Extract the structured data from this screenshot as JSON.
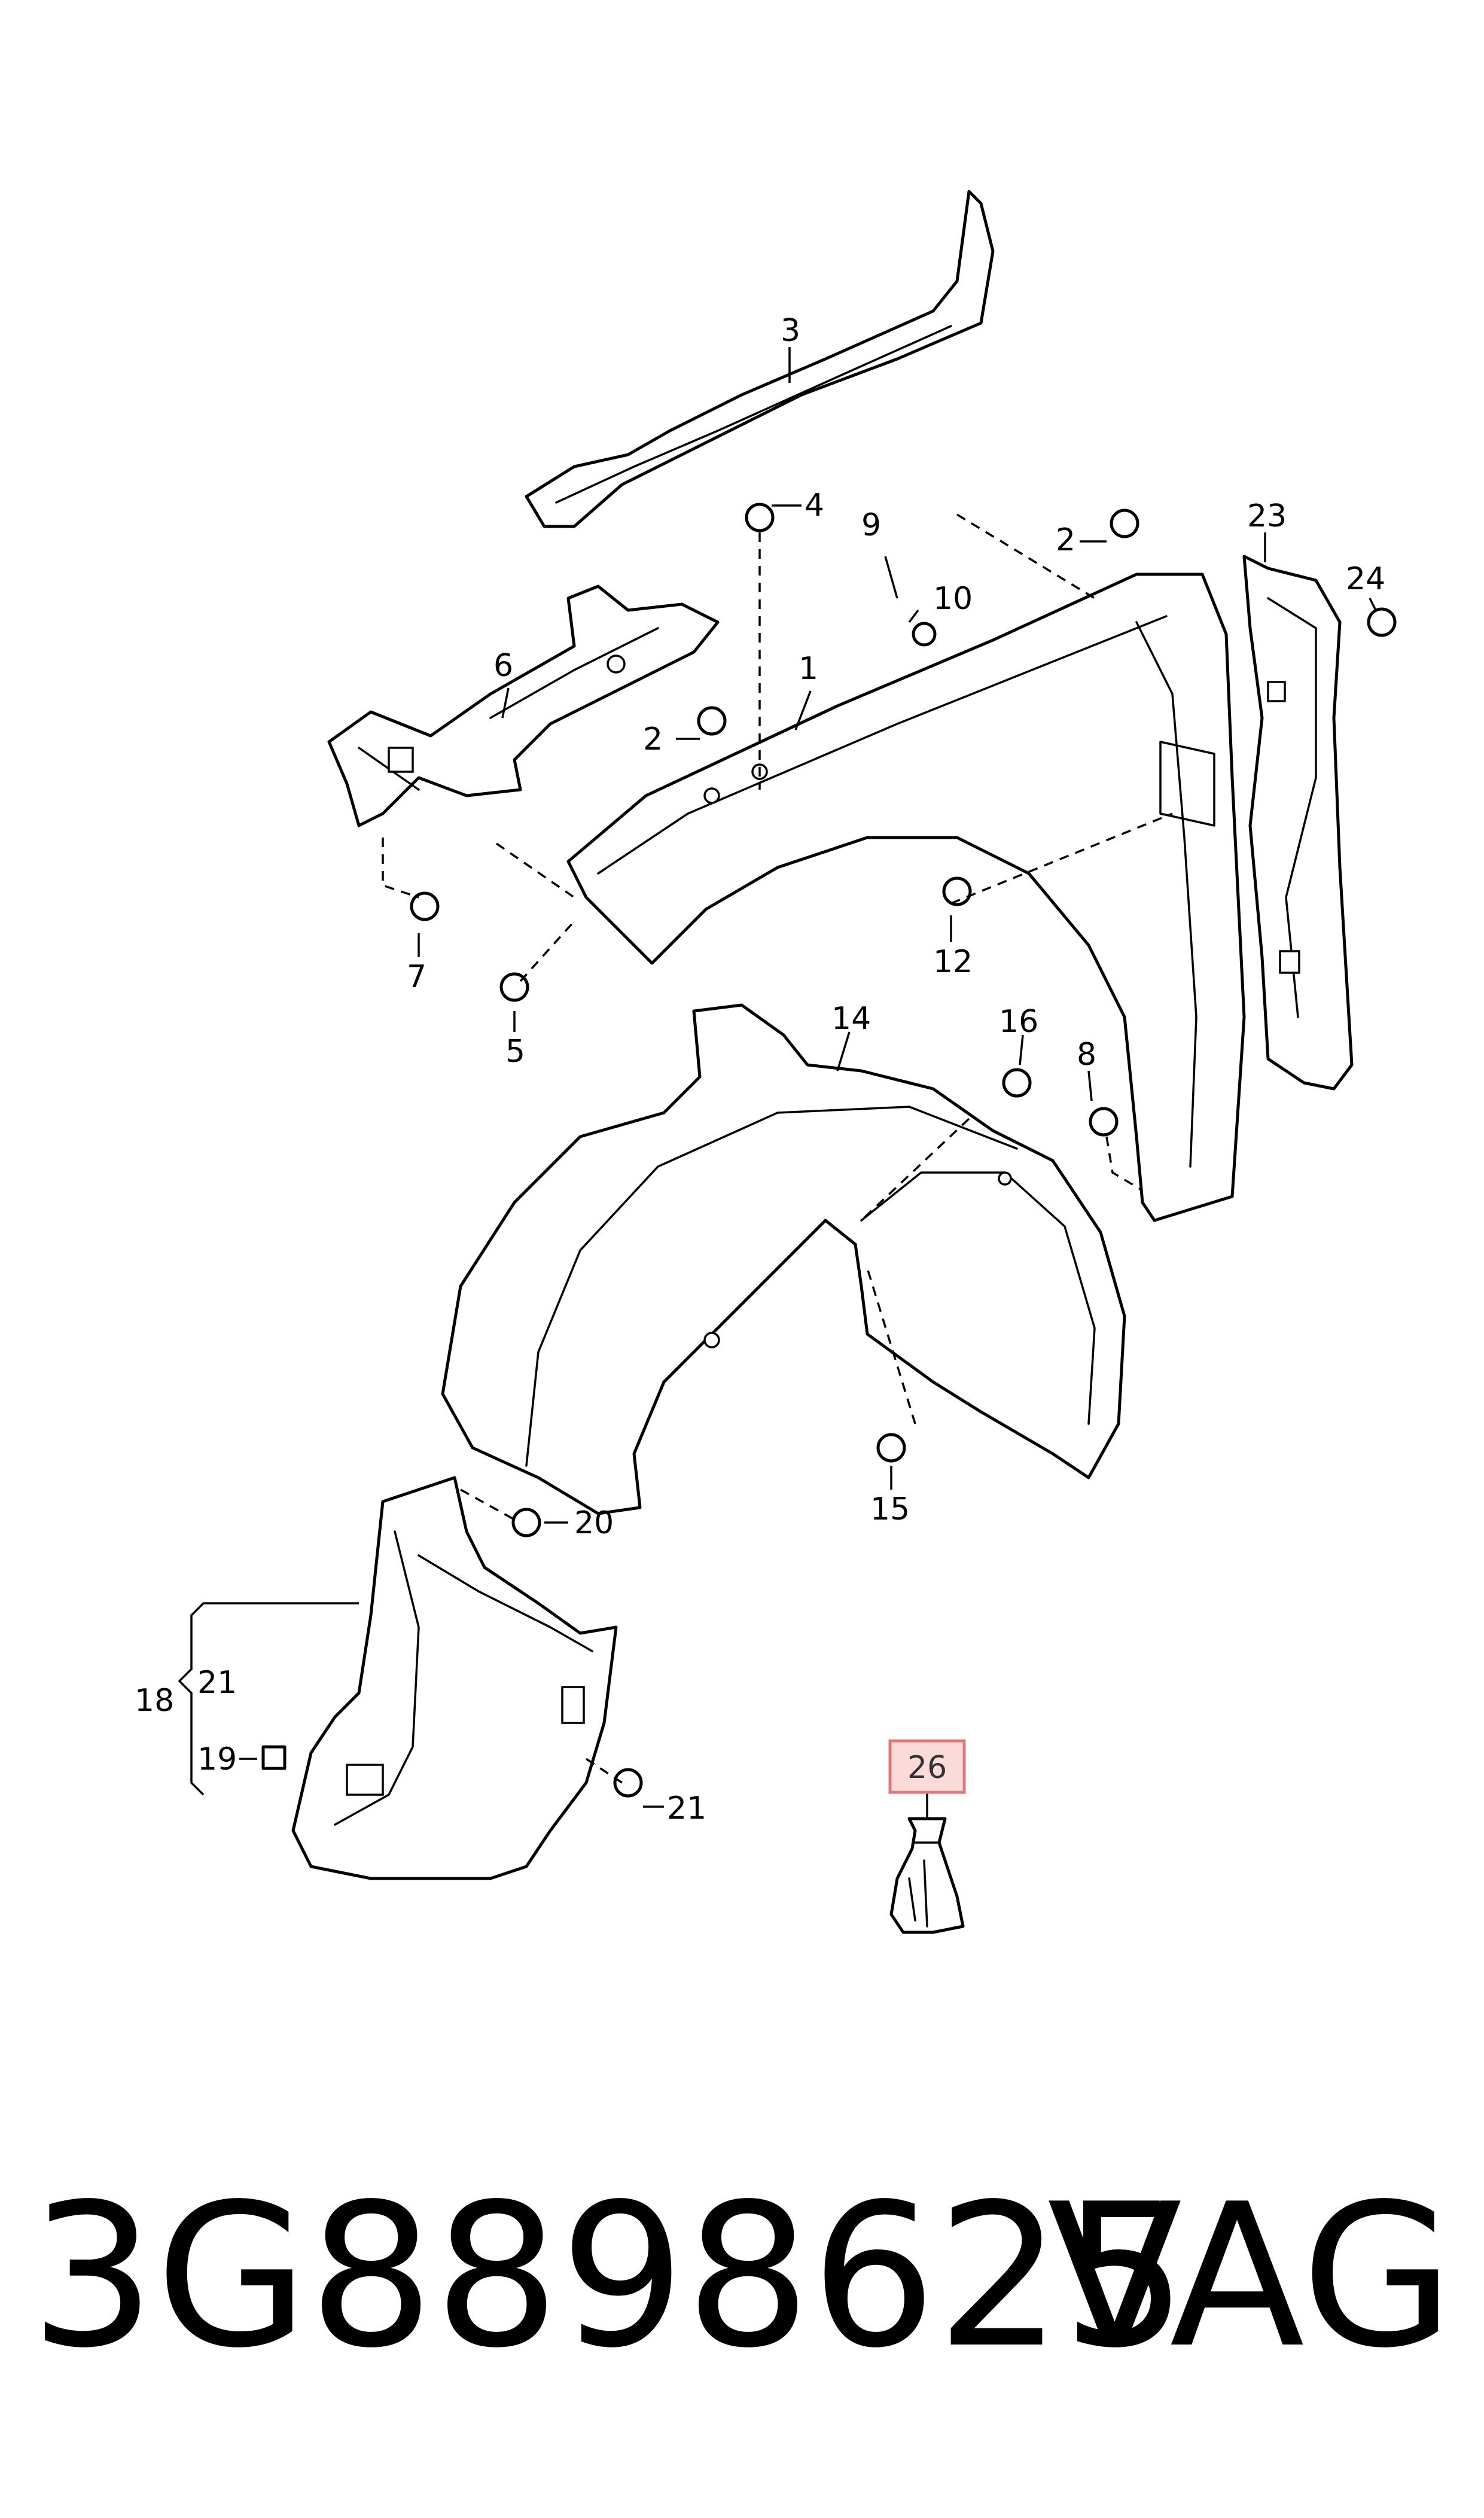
{
  "callouts": {
    "c1": "1",
    "c2a": "2",
    "c2b": "2",
    "c3": "3",
    "c4": "4",
    "c5": "5",
    "c6": "6",
    "c7": "7",
    "c8": "8",
    "c9": "9",
    "c10": "10",
    "c12": "12",
    "c14": "14",
    "c15": "15",
    "c16": "16",
    "c18": "18",
    "c19": "19",
    "c20": "20",
    "c21a": "21",
    "c21b": "21",
    "c23": "23",
    "c24": "24",
    "c26": "26"
  },
  "highlighted_part": "26",
  "highlight_color": "#fbdada",
  "footer": {
    "part_number": "3G8898625",
    "brand": "VAG"
  }
}
